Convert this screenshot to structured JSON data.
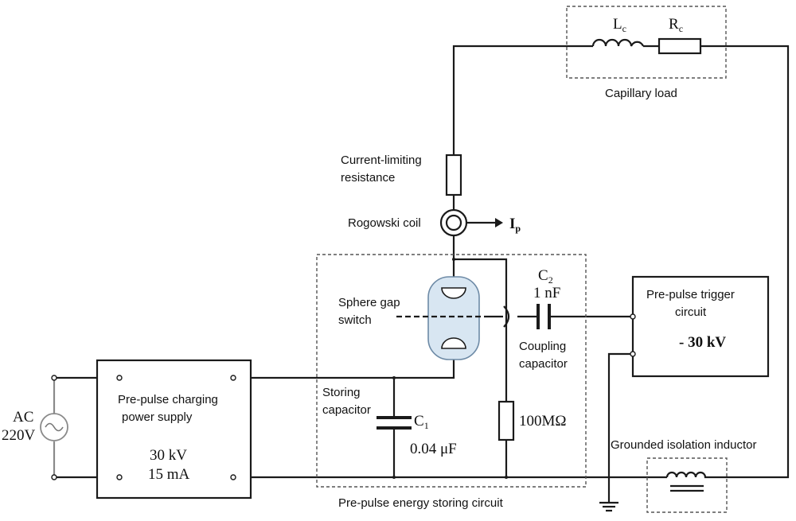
{
  "capillary_load": {
    "label": "Capillary load",
    "inductor_symbol": "L",
    "inductor_sub": "c",
    "resistor_symbol": "R",
    "resistor_sub": "c"
  },
  "current_limiting": {
    "line1": "Current-limiting",
    "line2": "resistance"
  },
  "rogowski": {
    "label": "Rogowski coil",
    "output_symbol": "I",
    "output_sub": "p"
  },
  "sphere_gap": {
    "line1": "Sphere gap",
    "line2": "switch"
  },
  "coupling_capacitor": {
    "symbol": "C",
    "sub": "2",
    "value": "1 nF",
    "line1": "Coupling",
    "line2": "capacitor"
  },
  "trigger_circuit": {
    "line1": "Pre-pulse trigger",
    "line2": "circuit",
    "voltage": "- 30 kV"
  },
  "storing_capacitor": {
    "line1": "Storing",
    "line2": "capacitor",
    "symbol": "C",
    "sub": "1",
    "value": "0.04 μF"
  },
  "resistor_100m": {
    "value": "100MΩ"
  },
  "energy_storing_circuit": {
    "label": "Pre-pulse energy storing circuit"
  },
  "grounded_inductor": {
    "label": "Grounded isolation inductor"
  },
  "ac_source": {
    "line1": "AC",
    "line2": "220V"
  },
  "charging_supply": {
    "line1": "Pre-pulse charging",
    "line2": "power supply",
    "voltage": "30 kV",
    "current": "15 mA"
  }
}
